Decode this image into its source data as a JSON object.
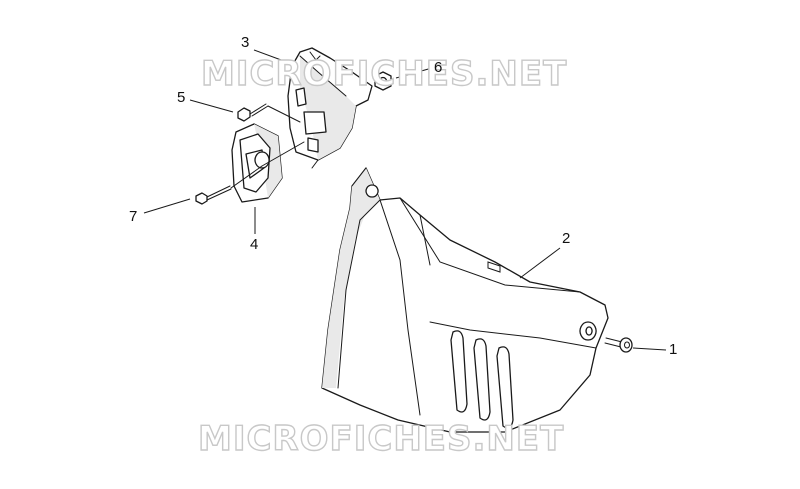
{
  "watermark": {
    "top": "MICROFICHES.NET",
    "bottom": "MICROFICHES.NET"
  },
  "callouts": {
    "part_1": "1",
    "part_2": "2",
    "part_3": "3",
    "part_4": "4",
    "part_5": "5",
    "part_6": "6",
    "part_7": "7"
  }
}
